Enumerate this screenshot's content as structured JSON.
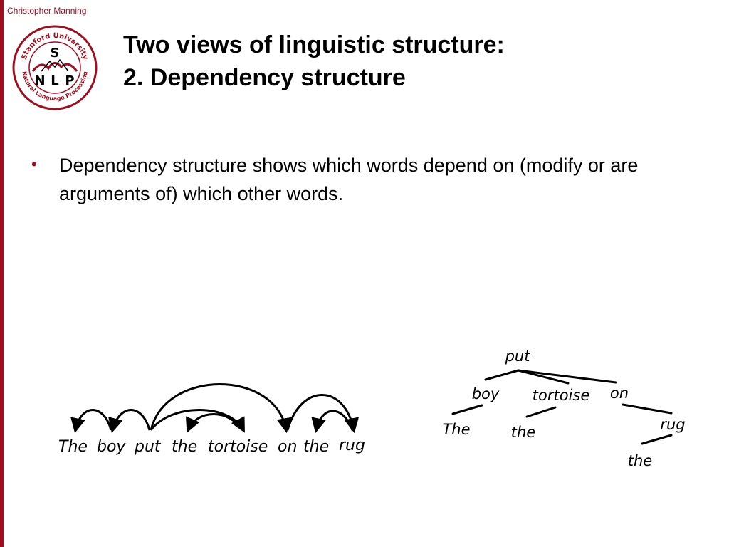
{
  "header": {
    "author": "Christopher Manning"
  },
  "logo": {
    "top_text": "Stanford University",
    "bottom_text": "Natural Language Processing",
    "letters": [
      "S",
      "N",
      "L",
      "P"
    ]
  },
  "slide": {
    "title_line1": "Two views of linguistic structure:",
    "title_line2": "2. Dependency structure",
    "bullets": [
      "Dependency structure shows which words depend on (modify or are arguments of) which other words."
    ]
  },
  "arc_diagram": {
    "words": [
      "The",
      "boy",
      "put",
      "the",
      "tortoise",
      "on",
      "the",
      "rug"
    ],
    "arcs": [
      {
        "head": "boy",
        "dependent": "The"
      },
      {
        "head": "put",
        "dependent": "boy"
      },
      {
        "head": "put",
        "dependent": "tortoise"
      },
      {
        "head": "put",
        "dependent": "on"
      },
      {
        "head": "tortoise",
        "dependent": "the"
      },
      {
        "head": "on",
        "dependent": "rug"
      },
      {
        "head": "rug",
        "dependent": "the"
      }
    ]
  },
  "tree_diagram": {
    "nodes": [
      "put",
      "boy",
      "tortoise",
      "on",
      "The",
      "the",
      "rug",
      "the"
    ]
  },
  "colors": {
    "accent": "#a00d1f"
  }
}
